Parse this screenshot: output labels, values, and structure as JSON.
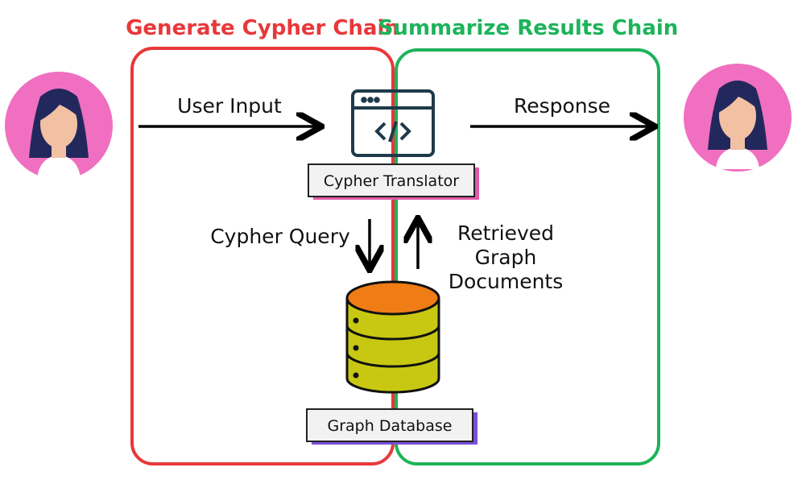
{
  "chains": {
    "generate": {
      "title": "Generate Cypher Chain",
      "color": "#e8383a"
    },
    "summarize": {
      "title": "Summarize Results Chain",
      "color": "#1db35a"
    }
  },
  "edges": {
    "user_input": "User Input",
    "response": "Response",
    "cypher_query": "Cypher Query",
    "retrieved": [
      "Retrieved",
      "Graph",
      "Documents"
    ]
  },
  "nodes": {
    "translator": {
      "label": "Cypher Translator",
      "accent": "#e05aa8"
    },
    "database": {
      "label": "Graph Database",
      "accent": "#7a4fd6",
      "top_color": "#f07c16",
      "body_color": "#c8c813"
    }
  },
  "icons": {
    "user_left": "user-avatar-icon",
    "user_right": "user-avatar-icon",
    "translator": "code-window-icon",
    "database": "database-icon"
  },
  "colors": {
    "avatar_bg": "#f06fc0",
    "hair": "#23285c",
    "skin": "#f2c1a4"
  }
}
